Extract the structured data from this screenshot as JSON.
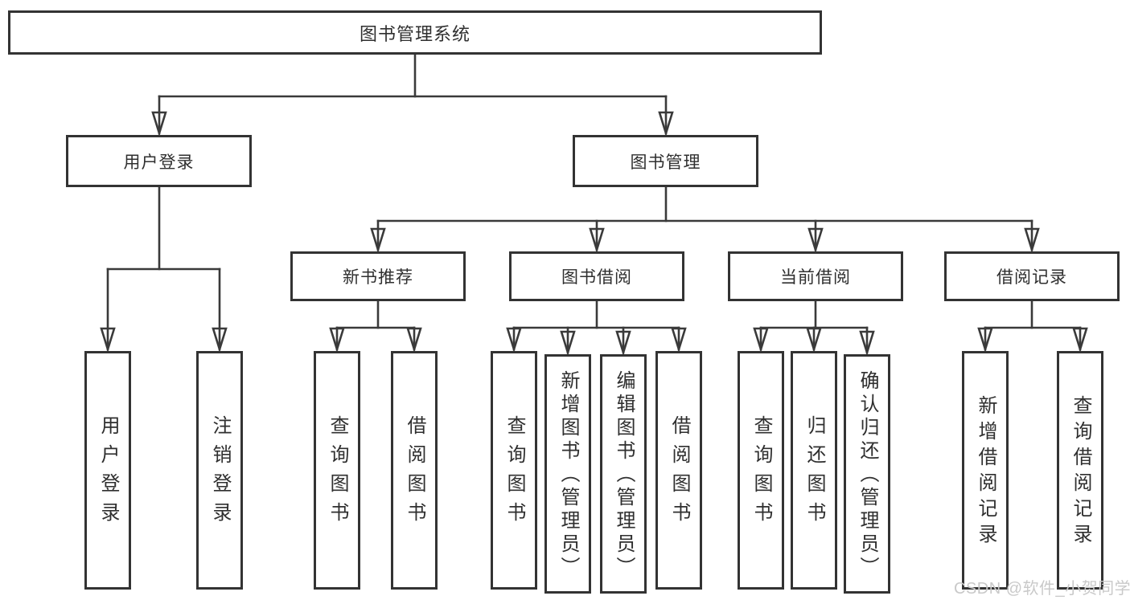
{
  "nodes": {
    "root": "图书管理系统",
    "level2": [
      "用户登录",
      "图书管理"
    ],
    "level3": [
      "新书推荐",
      "图书借阅",
      "当前借阅",
      "借阅记录"
    ],
    "leaves": [
      "用户登录",
      "注销登录",
      "查询图书",
      "借阅图书",
      "查询图书",
      "新增图书（管理员）",
      "编辑图书（管理员）",
      "借阅图书",
      "查询图书",
      "归还图书",
      "确认归还（管理员）",
      "新增借阅记录",
      "查询借阅记录"
    ]
  },
  "watermark": "CSDN @软件_小贺同学",
  "colors": {
    "line": "#3a3a3a",
    "border": "#333333",
    "text": "#2f2f2f",
    "background": "#ffffff",
    "watermark": "#c9c9c9"
  }
}
